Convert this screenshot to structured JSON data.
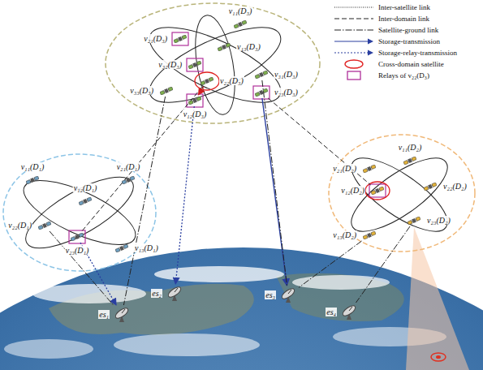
{
  "diagram": {
    "nodes": [
      {
        "text": [
          "v₁₁(D₃)"
        ]
      },
      {
        "text": [
          "v₂₁(D₃)"
        ]
      },
      {
        "text": [
          "v₁₃(D₃)"
        ]
      },
      {
        "text": [
          "v₃₂(D₃)"
        ]
      },
      {
        "text": [
          "v₃₁(D₃)"
        ]
      },
      {
        "text": [
          "v₂₂(D₃)"
        ]
      },
      {
        "text": [
          "v₃₃(D₃)"
        ]
      },
      {
        "text": [
          "v₂₃(D₃)"
        ]
      },
      {
        "text": [
          "v₁₂(D₃)"
        ]
      },
      {
        "text": [
          "v₁₁(D₁)"
        ]
      },
      {
        "text": [
          "v₂₁(D₁)"
        ]
      },
      {
        "text": [
          "v₁₂(D₁)"
        ]
      },
      {
        "text": [
          "v₂₂(D₁)"
        ]
      },
      {
        "text": [
          "v₂₃(D₁)"
        ]
      },
      {
        "text": [
          "v₁₃(D₁)"
        ]
      },
      {
        "text": [
          "v₁₁(D₂)"
        ]
      },
      {
        "text": [
          "v₂₁(D₂)"
        ]
      },
      {
        "text": [
          "v₁₂(D₂)"
        ]
      },
      {
        "text": [
          "v₂₂(D₂)"
        ]
      },
      {
        "text": [
          "v₂₃(D₂)"
        ]
      },
      {
        "text": [
          "v₁₃(D₂)"
        ]
      },
      {
        "text": [
          "es₁"
        ]
      },
      {
        "text": [
          "es₂"
        ]
      },
      {
        "text": [
          "es₃"
        ]
      },
      {
        "text": [
          "es₄"
        ]
      }
    ],
    "edges": [
      {
        "from": 5,
        "to": 13,
        "arrow": "none"
      },
      {
        "from": 5,
        "to": 8,
        "arrow": "to"
      },
      {
        "from": 8,
        "to": 22,
        "arrow": "to"
      },
      {
        "from": 13,
        "to": 21,
        "arrow": "to"
      },
      {
        "from": 7,
        "to": 23,
        "arrow": "to"
      },
      {
        "from": 7,
        "to": 17,
        "arrow": "none"
      },
      {
        "from": 6,
        "to": 21,
        "arrow": "none"
      },
      {
        "from": 12,
        "to": 21,
        "arrow": "none"
      },
      {
        "from": 4,
        "to": 23,
        "arrow": "none"
      },
      {
        "from": 20,
        "to": 23,
        "arrow": "none"
      },
      {
        "from": 19,
        "to": 24,
        "arrow": "none"
      }
    ],
    "legend": [
      {
        "text": "Inter-satellite link"
      },
      {
        "text": "Inter-domain link"
      },
      {
        "text": "Satellite-ground link"
      },
      {
        "text": "Storage-transmission"
      },
      {
        "text": "Storage-relay-transmission"
      },
      {
        "text": "Cross-domain satellite"
      },
      {
        "text": "Relays of v₂₂(D₃)"
      }
    ]
  }
}
